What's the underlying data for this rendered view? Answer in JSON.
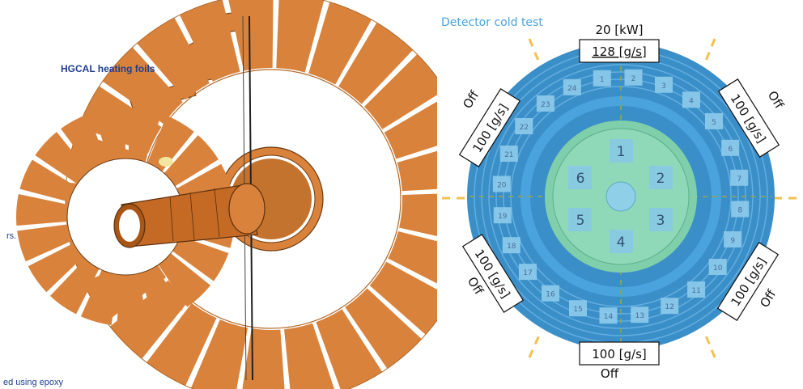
{
  "left": {
    "title": "HGCAL heating foils",
    "fragment_top": "rs.",
    "fragment_bottom": "ed using epoxy"
  },
  "right": {
    "title": "Detector cold test",
    "power": "20 [kW]",
    "top_flow": "128 [g/s]",
    "bottom_flow": "100 [g/s]",
    "bottom_state": "Off",
    "side_flow": "100 [g/s]",
    "side_state": "Off",
    "inner_zones": [
      "1",
      "2",
      "3",
      "4",
      "5",
      "6"
    ],
    "outer_segments": [
      "1",
      "2",
      "3",
      "4",
      "5",
      "6",
      "7",
      "8",
      "9",
      "10",
      "11",
      "12",
      "13",
      "14",
      "15",
      "16",
      "17",
      "18",
      "19",
      "20",
      "21",
      "22",
      "23",
      "24"
    ]
  },
  "colors": {
    "foil": "#d9823b",
    "outer_ring": "#3b8fc9",
    "inner_disc": "#7fcfaa",
    "accent_dash": "#f2c14e",
    "title_blue": "#1f3f8f"
  }
}
